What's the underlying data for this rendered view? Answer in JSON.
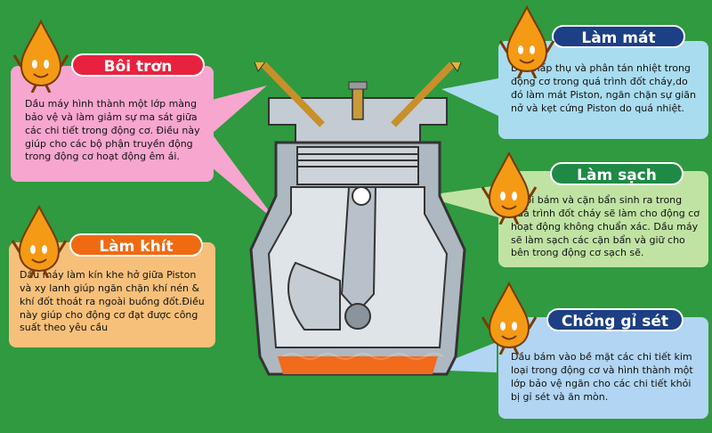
{
  "boxes": {
    "lubricate": {
      "title": "Bôi trơn",
      "text": "Dầu máy hình thành một lớp màng bảo vệ và làm giảm sự ma sát giữa các chi tiết trong động cơ. Điều này giúp cho các bộ phận truyền động trong động cơ hoạt động êm ái."
    },
    "cool": {
      "title": "Làm mát",
      "text": "Dầu hấp thụ và phân tán nhiệt trong động cơ trong quá trình đốt cháy,do đó làm mát Piston, ngăn chặn sự giãn nở và kẹt cứng Piston do quá nhiệt."
    },
    "seal": {
      "title": "Làm khít",
      "text": "Dầu máy làm kín khe hở giữa Piston và xy lanh giúp ngăn chặn khí nén & khí đốt thoát ra ngoài buồng đốt.Điều này giúp cho động cơ đạt được công suất theo yêu cầu"
    },
    "clean": {
      "title": "Làm sạch",
      "text": "Muội bám và cặn bẩn sinh ra trong quá trình đốt cháy sẽ làm cho động cơ hoạt động không chuẩn xác. Dầu máy sẽ làm sạch các cặn bẩn và giữ cho bên trong động cơ sạch sẽ."
    },
    "rust": {
      "title": "Chống gỉ sét",
      "text": "Dầu bám vào bề mặt các chi tiết kim loại trong động cơ và hình thành một lớp bảo vệ ngăn cho các chi tiết khỏi bị gỉ sét và ăn mòn."
    }
  },
  "colors": {
    "background": "#2f9a3f",
    "pink_box": "#f7a6cf",
    "pink_label": "#e8223e",
    "orange_box": "#f7c07a",
    "orange_label": "#f06a12",
    "cyan_box": "#a9dcef",
    "navy_label": "#1c3f86",
    "green_box": "#c0e3a4",
    "green_label": "#1f8a45",
    "blue_box": "#b1d5f2",
    "oil_drop": "#f59a15",
    "oil_pan": "#f26a1b",
    "engine_gray": "#b8c1c9"
  },
  "icons": [
    "oil-drop-mascot-icon",
    "engine-cylinder-icon",
    "piston-icon",
    "valve-icon",
    "spark-plug-icon",
    "crankshaft-icon"
  ]
}
